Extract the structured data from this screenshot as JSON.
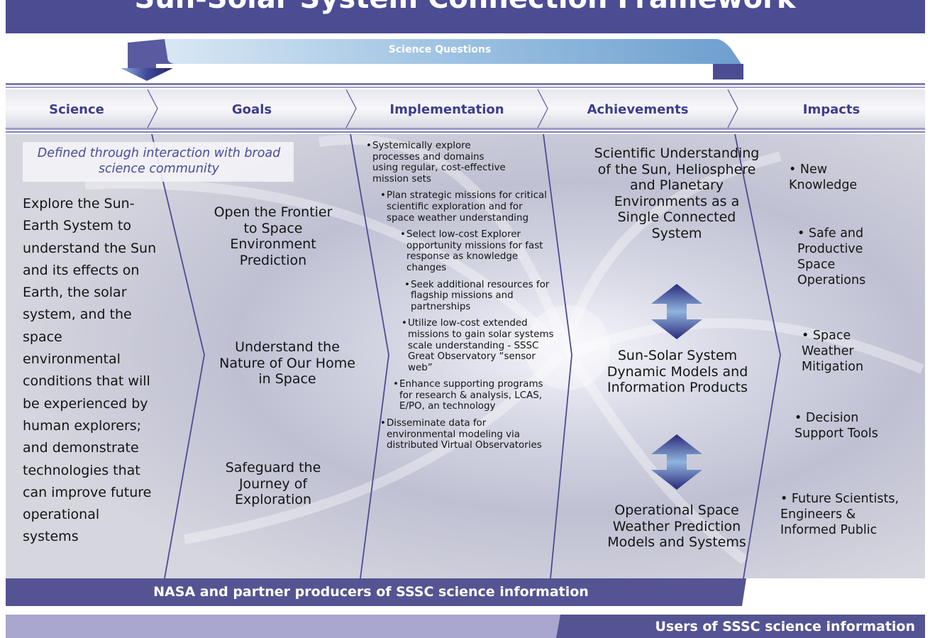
{
  "title": "Sun-Solar System Connection Framework",
  "science_questions": "Science Questions",
  "columns": [
    "Science",
    "Goals",
    "Implementation",
    "Achievements",
    "Impacts"
  ],
  "science": {
    "note": "Defined through interaction with broad science community",
    "text": "Explore the Sun-Earth System to understand the Sun and its effects on Earth, the solar system, and the space environmental conditions that will be experienced by human explorers; and demonstrate technologies that can improve future operational systems"
  },
  "goals": [
    "Open the Frontier to Space Environment Prediction",
    "Understand the Nature of Our Home in Space",
    "Safeguard the Journey of Exploration"
  ],
  "implementation": [
    "Systemically explore processes and domains using regular, cost-effective mission sets",
    "Plan strategic missions for critical scientific exploration and for space weather understanding",
    "Select low-cost Explorer opportunity missions for fast response as knowledge changes",
    "Seek additional resources for flagship missions and partnerships",
    "Utilize low-cost extended missions to gain solar systems scale understanding - SSSC Great Observatory “sensor web”",
    "Enhance supporting programs for research & analysis, LCAS, E/PO, an technology",
    "Disseminate data for environmental modeling via distributed Virtual Observatories"
  ],
  "achievements": [
    "Scientific Understanding of the Sun, Heliosphere and Planetary Environments as a Single Connected System",
    "Sun-Solar System Dynamic Models and Information Products",
    "Operational Space Weather Prediction Models and Systems"
  ],
  "impacts": [
    "New Knowledge",
    "Safe and Productive Space Operations",
    "Space Weather Mitigation",
    "Decision Support Tools",
    "Future Scientists, Engineers & Informed Public"
  ],
  "producers": "NASA and partner producers of SSSC science information",
  "users": "Users of SSSC science information",
  "colors": {
    "header_band": "#4c4c92",
    "bottom_band": "#545493",
    "light_band": "#a9a6cf",
    "heading_text": "#3c3c8f",
    "note_text": "#4a4a9a"
  }
}
